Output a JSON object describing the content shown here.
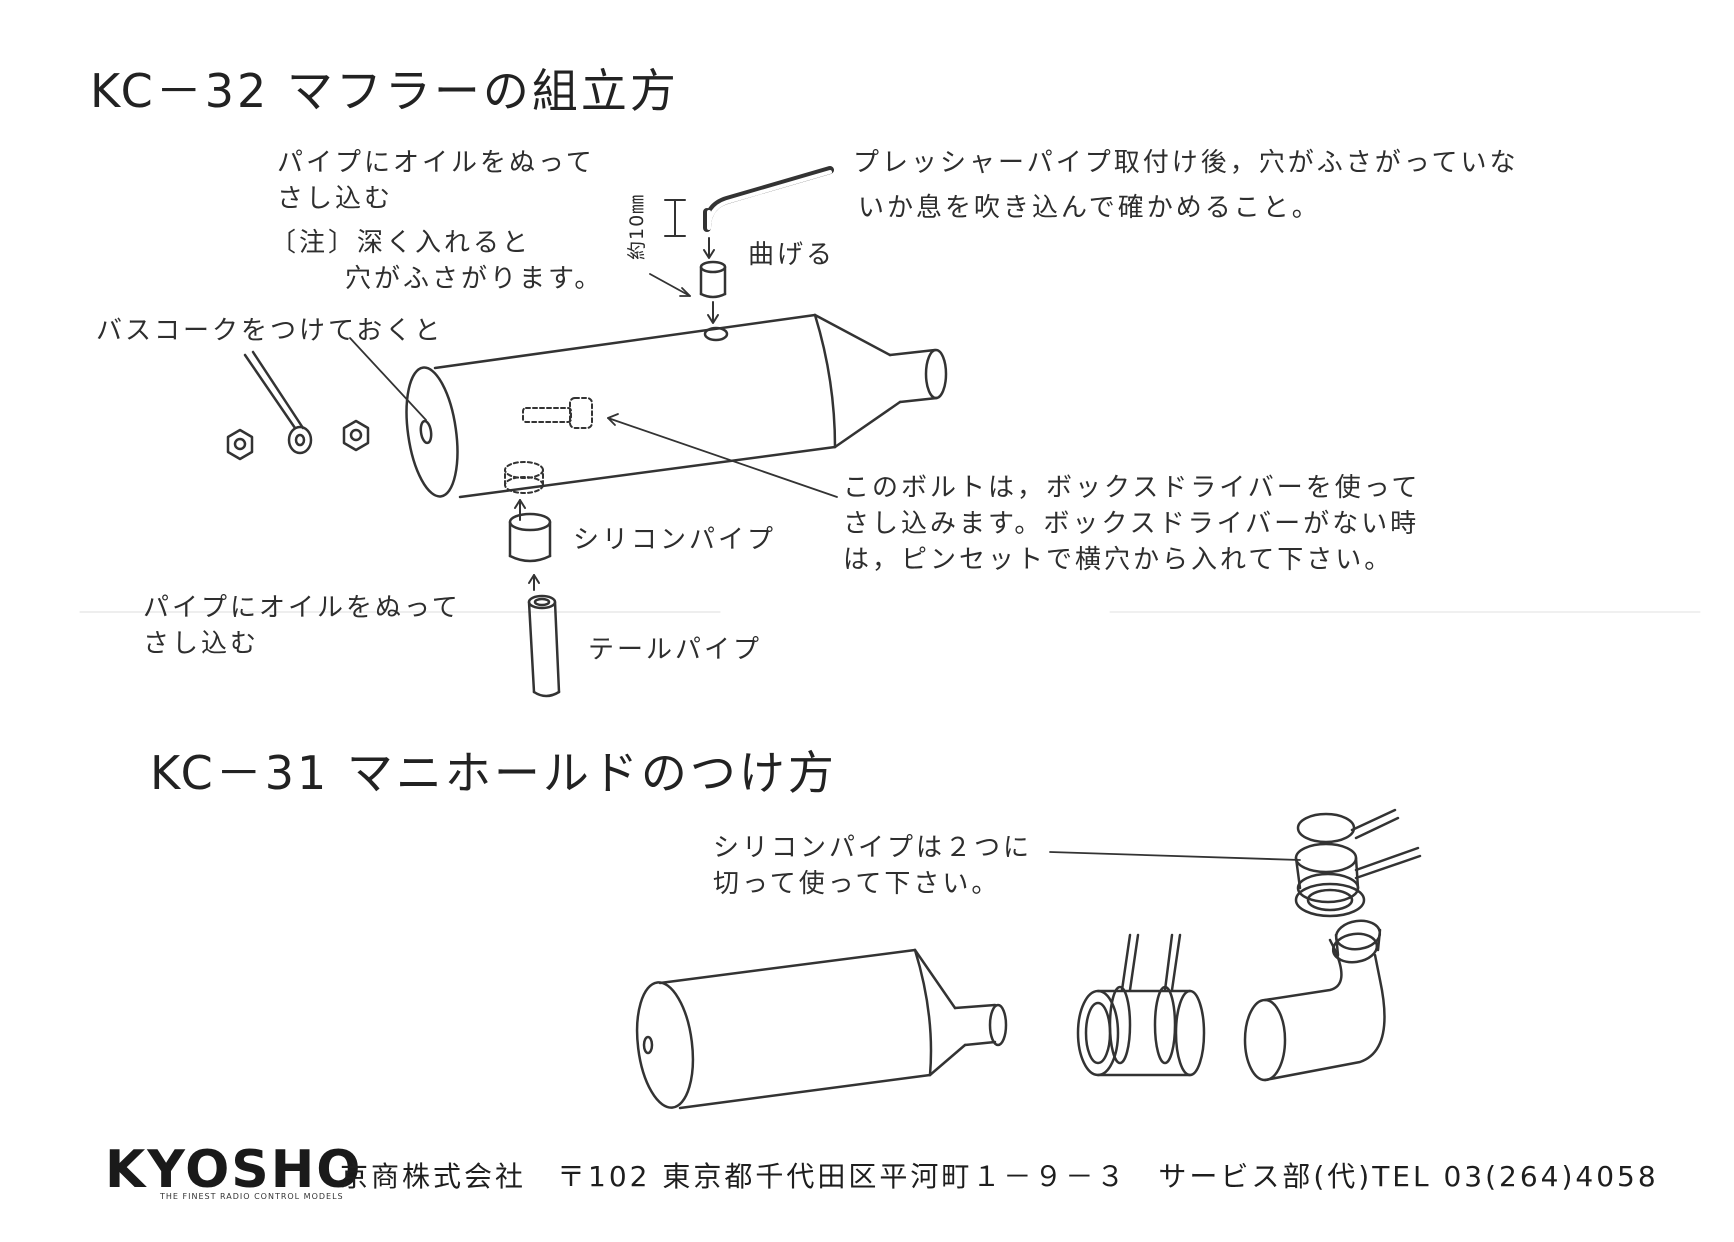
{
  "kc32": {
    "title": "KC－32 マフラーの組立方",
    "pipe_oil_top_1": "パイプにオイルをぬって",
    "pipe_oil_top_2": "さし込む",
    "note_1": "〔注〕深く入れると",
    "note_2": "穴がふさがります。",
    "length_label": "約10㎜",
    "bend_label": "曲げる",
    "pressure_1": "プレッシャーパイプ取付け後，穴がふさがっていな",
    "pressure_2": "いか息を吹き込んで確かめること。",
    "bathcoke": "バスコークをつけておくと",
    "bolt_1": "このボルトは，ボックスドライバーを使って",
    "bolt_2": "さし込みます。ボックスドライバーがない時",
    "bolt_3": "は，ピンセットで横穴から入れて下さい。",
    "silicon_pipe": "シリコンパイプ",
    "pipe_oil_bottom_1": "パイプにオイルをぬって",
    "pipe_oil_bottom_2": "さし込む",
    "tail_pipe": "テールパイプ"
  },
  "kc31": {
    "title": "KC－31 マニホールドのつけ方",
    "silicon_cut_1": "シリコンパイプは２つに",
    "silicon_cut_2": "切って使って下さい。"
  },
  "footer": {
    "logo": "KYOSHO",
    "tagline": "THE FINEST RADIO CONTROL MODELS",
    "address": "京商株式会社　〒102 東京都千代田区平河町１－９－３　サービス部(代)TEL 03(264)4058"
  }
}
